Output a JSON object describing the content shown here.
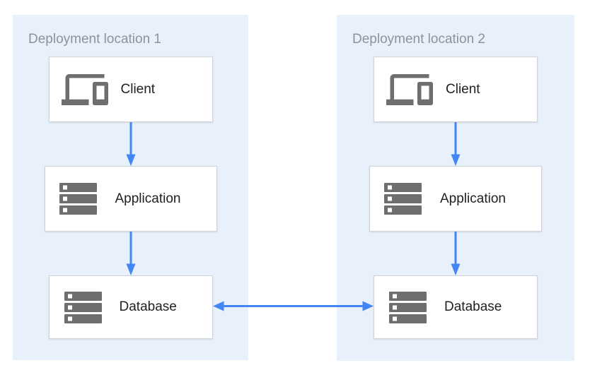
{
  "diagram": {
    "type": "architecture-diagram",
    "locations": [
      {
        "title": "Deployment location 1",
        "nodes": [
          {
            "id": "client",
            "icon": "devices-icon",
            "label": "Client"
          },
          {
            "id": "application",
            "icon": "storage-icon",
            "label": "Application"
          },
          {
            "id": "database",
            "icon": "storage-icon",
            "label": "Database"
          }
        ]
      },
      {
        "title": "Deployment location 2",
        "nodes": [
          {
            "id": "client",
            "icon": "devices-icon",
            "label": "Client"
          },
          {
            "id": "application",
            "icon": "storage-icon",
            "label": "Application"
          },
          {
            "id": "database",
            "icon": "storage-icon",
            "label": "Database"
          }
        ]
      }
    ],
    "connections": [
      {
        "from": "location-1.client",
        "to": "location-1.application",
        "style": "arrow-down"
      },
      {
        "from": "location-1.application",
        "to": "location-1.database",
        "style": "arrow-down"
      },
      {
        "from": "location-2.client",
        "to": "location-2.application",
        "style": "arrow-down"
      },
      {
        "from": "location-2.application",
        "to": "location-2.database",
        "style": "arrow-down"
      },
      {
        "from": "location-1.database",
        "to": "location-2.database",
        "style": "arrow-bidirectional"
      }
    ],
    "colors": {
      "panel_background": "#E7F0FB",
      "box_background": "#FFFFFF",
      "box_border": "#D0D3D7",
      "arrow": "#4285F4",
      "icon": "#6E6E6E",
      "label_text": "#212121",
      "title_text": "#8E9399"
    }
  }
}
